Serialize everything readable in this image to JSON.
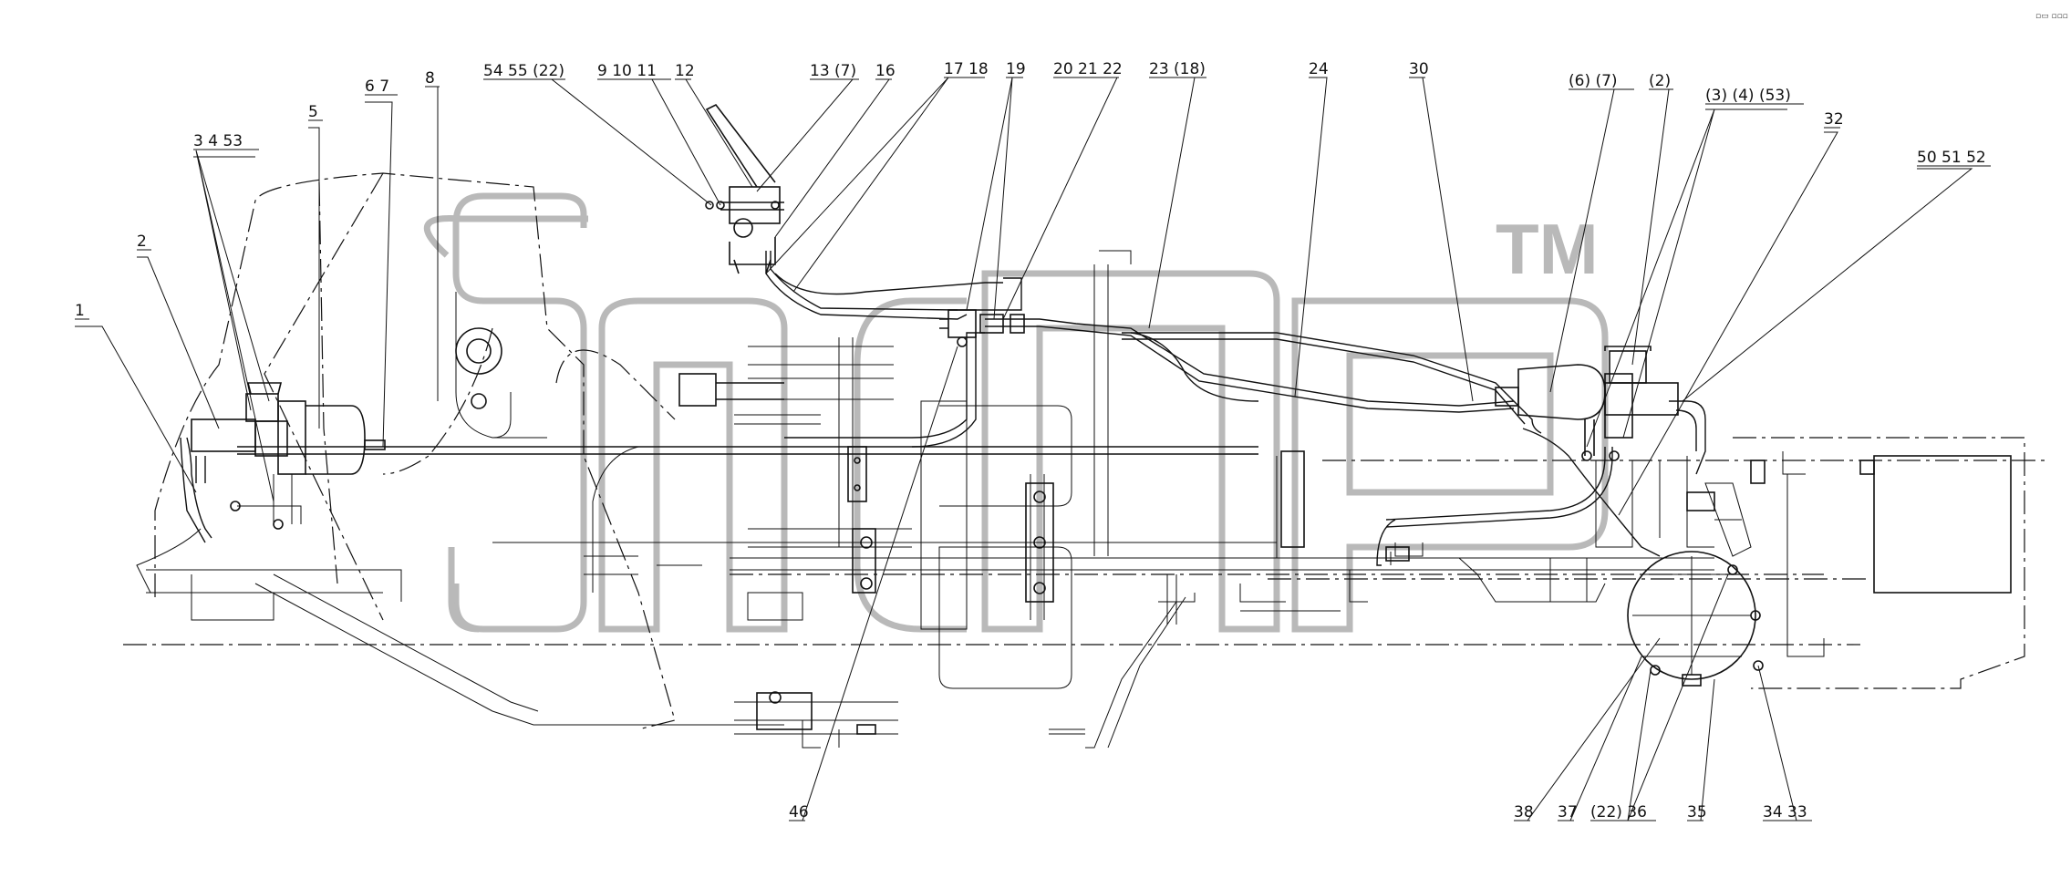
{
  "diagram": {
    "watermark": {
      "trademark": "TM"
    },
    "corner_mark": "▫▭ ▫▫▫",
    "callouts": [
      {
        "id": "c1",
        "text": "1"
      },
      {
        "id": "c2",
        "text": "2"
      },
      {
        "id": "c3",
        "text": "3  4  53"
      },
      {
        "id": "c5",
        "text": "5"
      },
      {
        "id": "c6",
        "text": "6  7"
      },
      {
        "id": "c8",
        "text": "8"
      },
      {
        "id": "c54",
        "text": "54 55 (22)"
      },
      {
        "id": "c9",
        "text": "9  10  11"
      },
      {
        "id": "c12",
        "text": "12"
      },
      {
        "id": "c13",
        "text": "13 (7)"
      },
      {
        "id": "c16",
        "text": "16"
      },
      {
        "id": "c17",
        "text": "17 18"
      },
      {
        "id": "c19",
        "text": "19"
      },
      {
        "id": "c20",
        "text": "20 21 22"
      },
      {
        "id": "c23",
        "text": "23 (18)"
      },
      {
        "id": "c24",
        "text": "24"
      },
      {
        "id": "c30",
        "text": "30"
      },
      {
        "id": "c6b",
        "text": "(6)  (7)"
      },
      {
        "id": "c2b",
        "text": "(2)"
      },
      {
        "id": "c3b",
        "text": "(3) (4) (53)"
      },
      {
        "id": "c32",
        "text": "32"
      },
      {
        "id": "c50",
        "text": "50  51 52"
      },
      {
        "id": "c46",
        "text": "46"
      },
      {
        "id": "c38",
        "text": "38"
      },
      {
        "id": "c37",
        "text": "37"
      },
      {
        "id": "c22",
        "text": "(22)  36"
      },
      {
        "id": "c35",
        "text": "35"
      },
      {
        "id": "c34",
        "text": "34  33"
      }
    ]
  }
}
